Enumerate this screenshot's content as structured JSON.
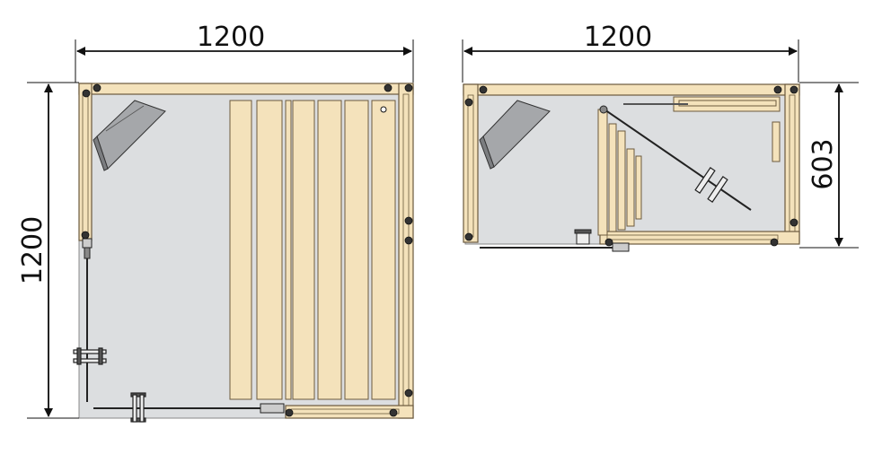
{
  "dimensions": {
    "left_width": "1200",
    "left_height": "1200",
    "right_width": "1200",
    "right_depth": "603"
  },
  "colors": {
    "wood_fill": "#f4e2bb",
    "wood_stroke": "#6b5a3e",
    "floor_fill": "#dcdee0",
    "heater_fill": "#a5a7aa",
    "heater_dark": "#7b7d80",
    "line": "#111111"
  }
}
